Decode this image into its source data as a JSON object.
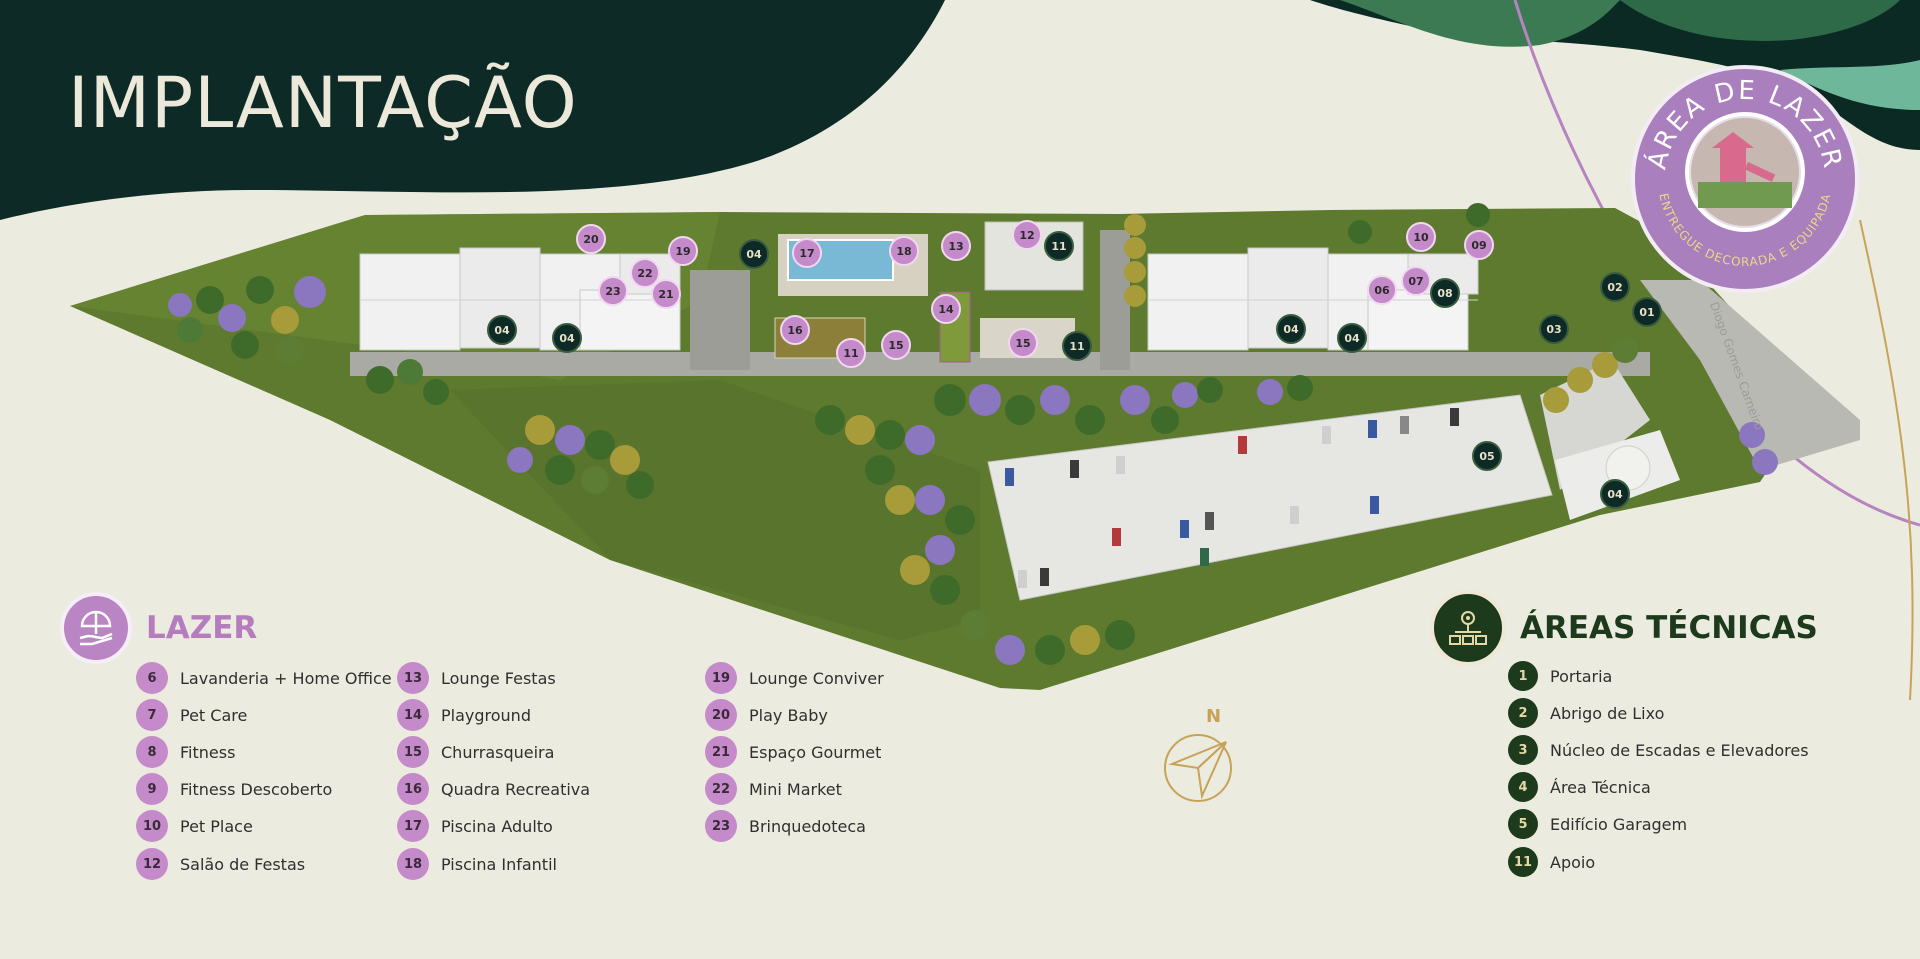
{
  "title": "IMPLANTAÇÃO",
  "seal": {
    "top_text": "ÁREA DE LAZER",
    "bottom_text": "ENTREGUE DECORADA E EQUIPADA"
  },
  "street_name": "Diogo Gomes Carneiro",
  "compass": {
    "label": "N"
  },
  "colors": {
    "dark_teal": "#0d2a27",
    "cream": "#ecebdf",
    "lawn": "#5e7a2e",
    "leisure_purple": "#c58ac9",
    "tech_green": "#1e3a1c"
  },
  "lazer": {
    "title": "LAZER",
    "icon": "beach-umbrella-hand-icon",
    "items": [
      {
        "num": "6",
        "label": "Lavanderia + Home Office"
      },
      {
        "num": "7",
        "label": "Pet Care"
      },
      {
        "num": "8",
        "label": "Fitness"
      },
      {
        "num": "9",
        "label": "Fitness Descoberto"
      },
      {
        "num": "10",
        "label": "Pet Place"
      },
      {
        "num": "12",
        "label": "Salão de Festas"
      },
      {
        "num": "13",
        "label": "Lounge Festas"
      },
      {
        "num": "14",
        "label": "Playground"
      },
      {
        "num": "15",
        "label": "Churrasqueira"
      },
      {
        "num": "16",
        "label": "Quadra Recreativa"
      },
      {
        "num": "17",
        "label": "Piscina Adulto"
      },
      {
        "num": "18",
        "label": "Piscina Infantil"
      },
      {
        "num": "19",
        "label": "Lounge Conviver"
      },
      {
        "num": "20",
        "label": "Play Baby"
      },
      {
        "num": "21",
        "label": "Espaço Gourmet"
      },
      {
        "num": "22",
        "label": "Mini Market"
      },
      {
        "num": "23",
        "label": "Brinquedoteca"
      }
    ]
  },
  "tecnicas": {
    "title": "ÁREAS TÉCNICAS",
    "icon": "gear-network-icon",
    "items": [
      {
        "num": "1",
        "label": "Portaria"
      },
      {
        "num": "2",
        "label": "Abrigo de Lixo"
      },
      {
        "num": "3",
        "label": "Núcleo de Escadas e Elevadores"
      },
      {
        "num": "4",
        "label": "Área Técnica"
      },
      {
        "num": "5",
        "label": "Edifício Garagem"
      },
      {
        "num": "11",
        "label": "Apoio"
      }
    ]
  },
  "map_markers": {
    "leisure": [
      "20",
      "19",
      "22",
      "23",
      "21",
      "17",
      "18",
      "13",
      "12",
      "14",
      "16",
      "15",
      "10",
      "09",
      "07",
      "06"
    ],
    "technical": [
      "04",
      "04",
      "04",
      "11",
      "11",
      "04",
      "04",
      "08",
      "02",
      "01",
      "03",
      "05",
      "04"
    ]
  }
}
